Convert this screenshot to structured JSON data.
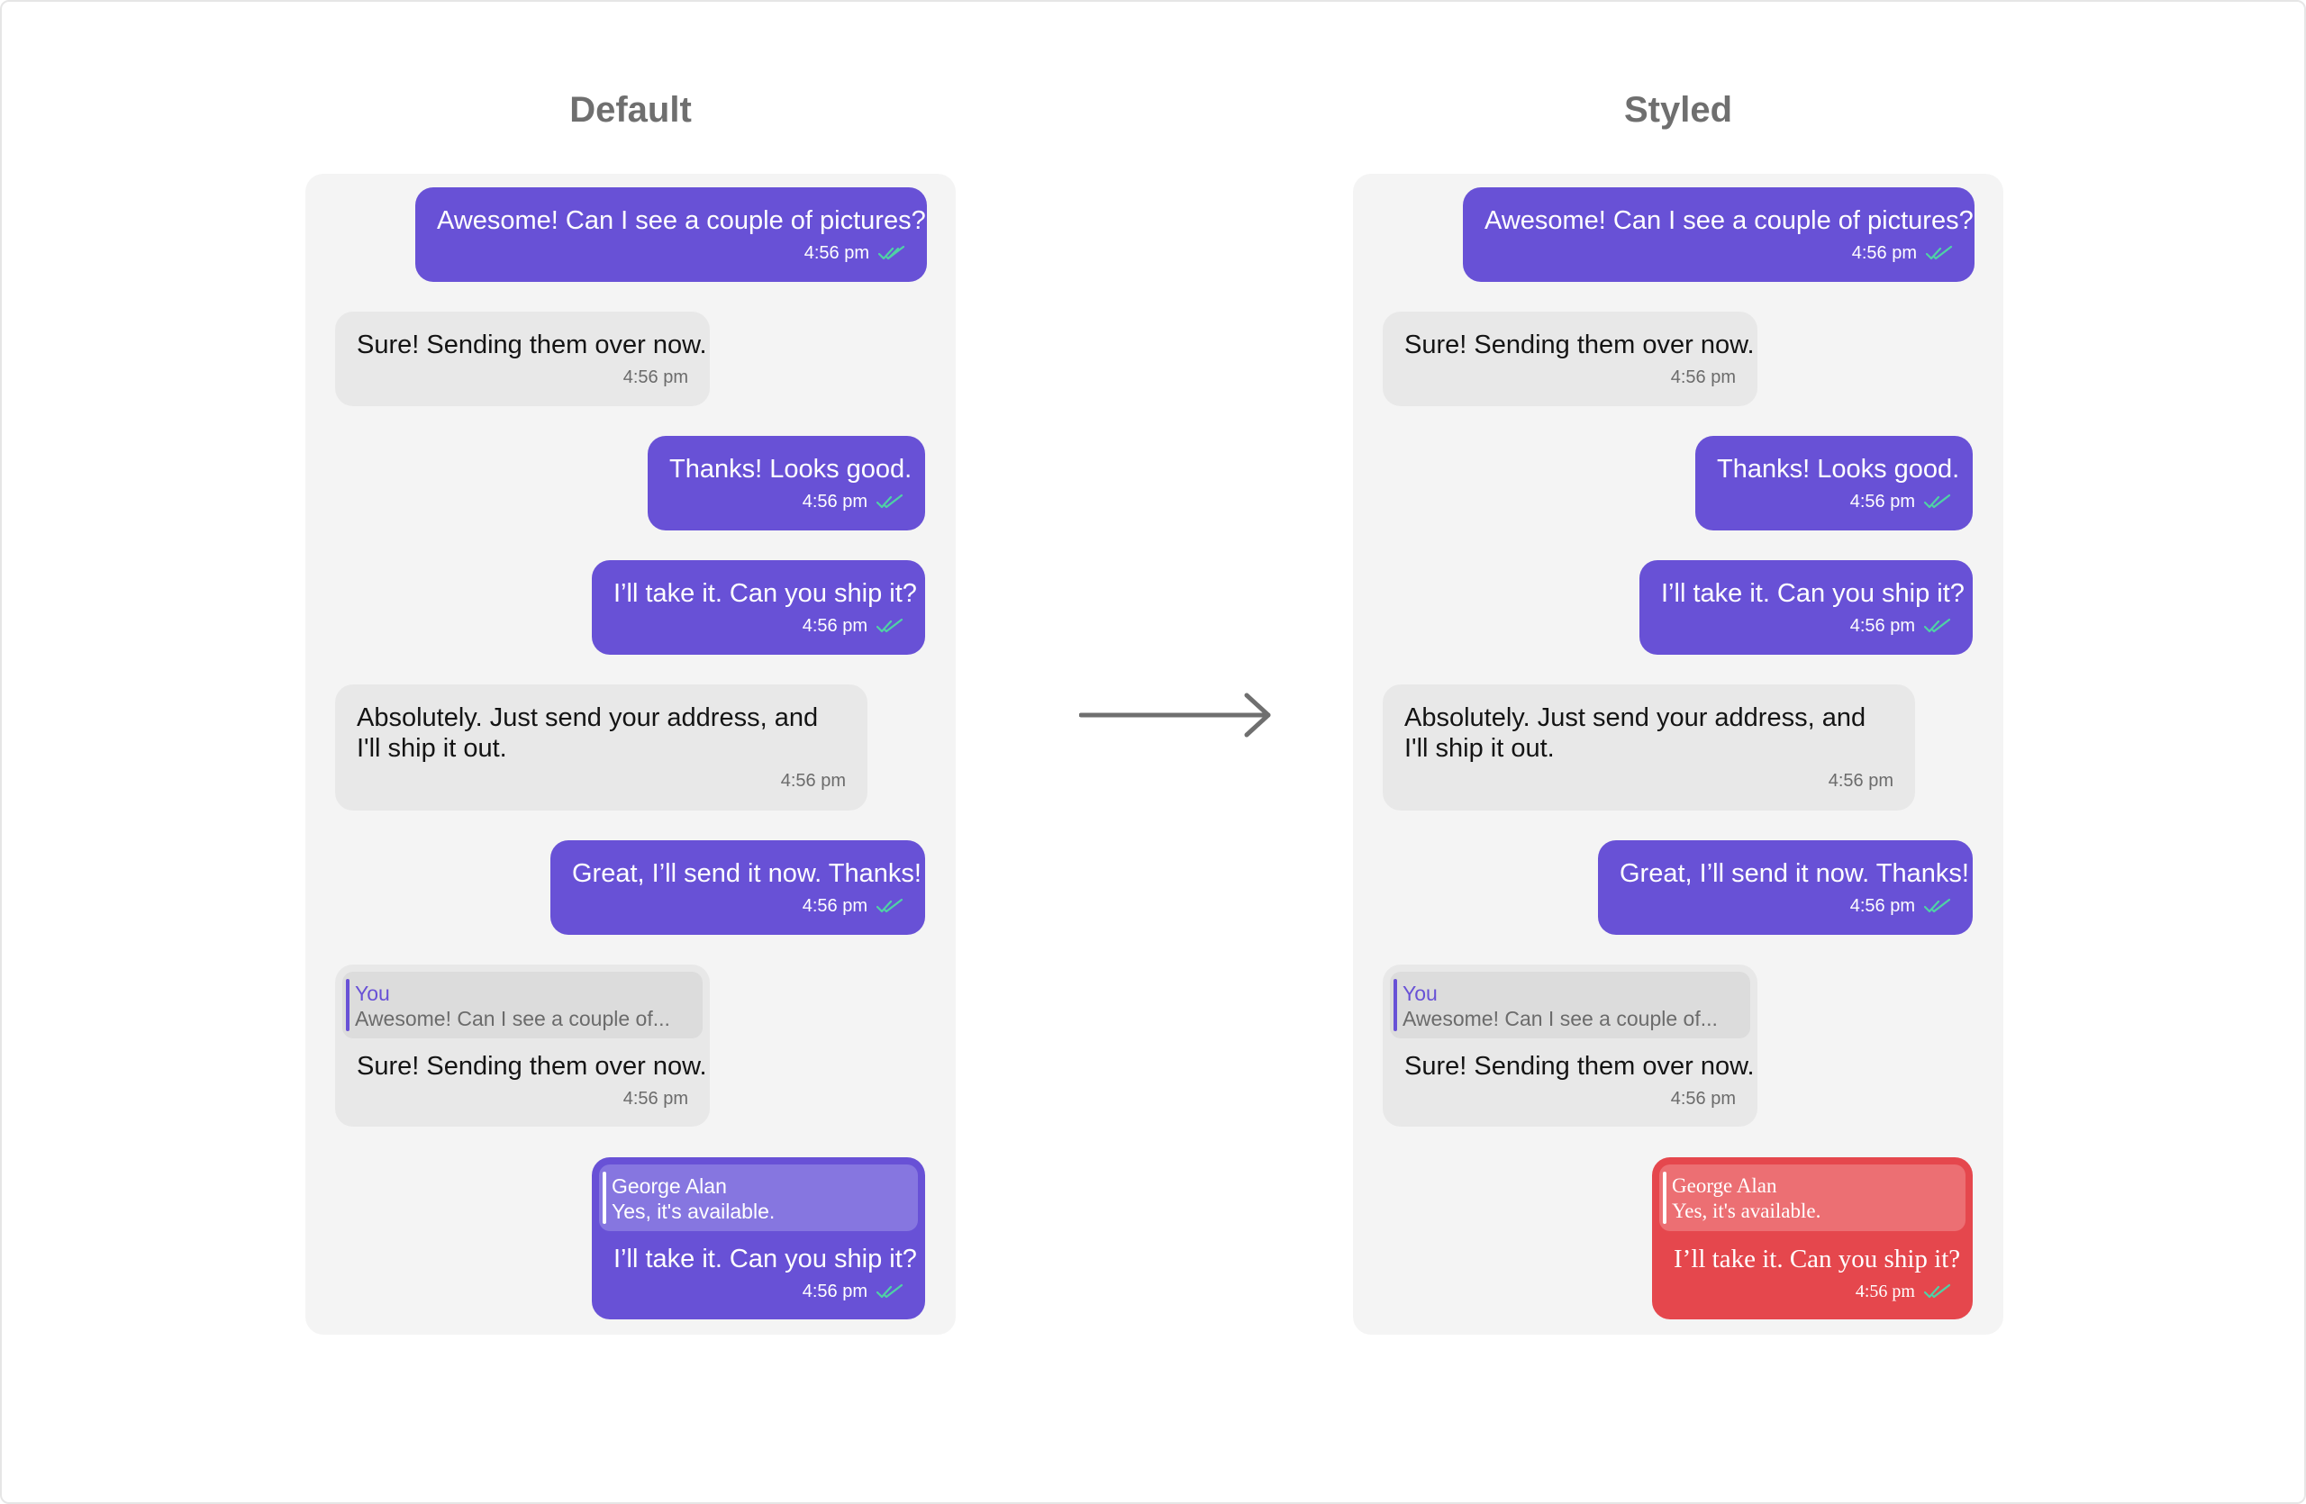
{
  "titles": {
    "default": "Default",
    "styled": "Styled"
  },
  "colors": {
    "outgoing_bubble": "#6851d6",
    "incoming_bubble": "#e8e8e8",
    "styled_bubble": "#e5474d",
    "read_receipt": "#4fd1a5",
    "panel_background": "#f4f4f4"
  },
  "messages": [
    {
      "direction": "outgoing",
      "text": "Awesome! Can I see a couple of pictures?",
      "time": "4:56 pm",
      "receipt": "double-check-icon"
    },
    {
      "direction": "incoming",
      "text": "Sure! Sending them over now.",
      "time": "4:56 pm"
    },
    {
      "direction": "outgoing",
      "text": "Thanks! Looks good.",
      "time": "4:56 pm",
      "receipt": "double-check-icon"
    },
    {
      "direction": "outgoing",
      "text": "I’ll take it. Can you ship it?",
      "time": "4:56 pm",
      "receipt": "double-check-icon"
    },
    {
      "direction": "incoming",
      "text": "Absolutely. Just send your address, and I'll ship it out.",
      "time": "4:56 pm"
    },
    {
      "direction": "outgoing",
      "text": "Great, I’ll send it now. Thanks!",
      "time": "4:56 pm",
      "receipt": "double-check-icon"
    },
    {
      "direction": "incoming",
      "quote_name": "You",
      "quote_text": "Awesome! Can I see a couple of...",
      "text": "Sure! Sending them over now.",
      "time": "4:56 pm"
    },
    {
      "direction": "outgoing",
      "quote_name": "George Alan",
      "quote_text": "Yes, it's available.",
      "text": "I’ll take it. Can you ship it?",
      "time": "4:56 pm",
      "receipt": "double-check-icon"
    }
  ]
}
